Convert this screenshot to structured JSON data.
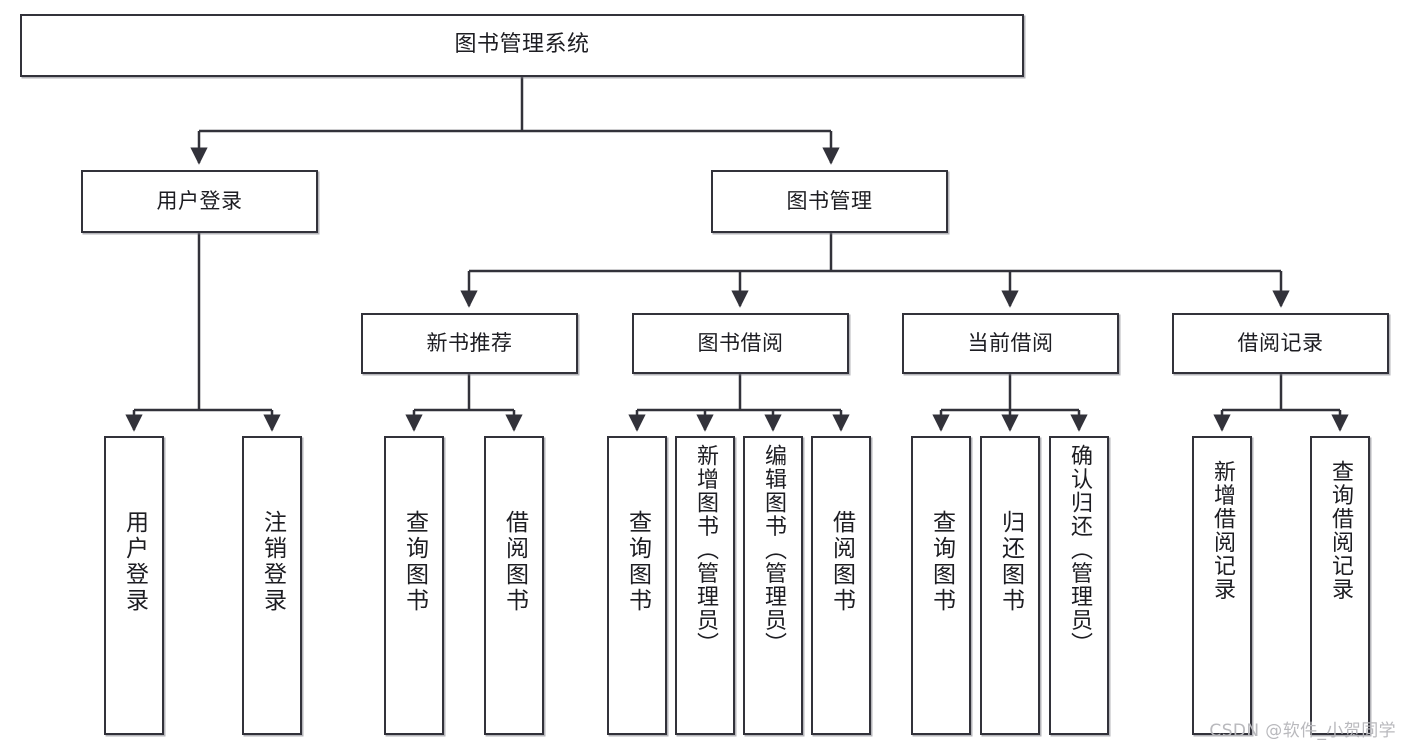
{
  "diagram": {
    "title": "图书管理系统",
    "watermark": "CSDN @软件_小贺同学",
    "accent_color": "#32323a",
    "background_color": "#ffffff",
    "text_color": "#1d1d22",
    "nodes": {
      "root": {
        "label": "图书管理系统",
        "level": 1
      },
      "user_login": {
        "label": "用户登录",
        "level": 2
      },
      "book_manage": {
        "label": "图书管理",
        "level": 2
      },
      "new_book_rec": {
        "label": "新书推荐",
        "level": 3
      },
      "book_borrow": {
        "label": "图书借阅",
        "level": 3
      },
      "current_borrow": {
        "label": "当前借阅",
        "level": 3
      },
      "borrow_record": {
        "label": "借阅记录",
        "level": 3
      },
      "leaf_user_login": {
        "label": "用户登录",
        "level": 4
      },
      "leaf_logout": {
        "label": "注销登录",
        "level": 4
      },
      "leaf_query_book_a": {
        "label": "查询图书",
        "level": 4
      },
      "leaf_borrow_book_a": {
        "label": "借阅图书",
        "level": 4
      },
      "leaf_query_book_b": {
        "label": "查询图书",
        "level": 4
      },
      "leaf_add_book": {
        "label": "新增图书（管理员）",
        "level": 4
      },
      "leaf_edit_book": {
        "label": "编辑图书（管理员）",
        "level": 4
      },
      "leaf_borrow_book_b": {
        "label": "借阅图书",
        "level": 4
      },
      "leaf_query_book_c": {
        "label": "查询图书",
        "level": 4
      },
      "leaf_return_book": {
        "label": "归还图书",
        "level": 4
      },
      "leaf_confirm_return": {
        "label": "确认归还（管理员）",
        "level": 4
      },
      "leaf_add_record": {
        "label": "新增借阅记录",
        "level": 4
      },
      "leaf_query_record": {
        "label": "查询借阅记录",
        "level": 4
      }
    }
  }
}
